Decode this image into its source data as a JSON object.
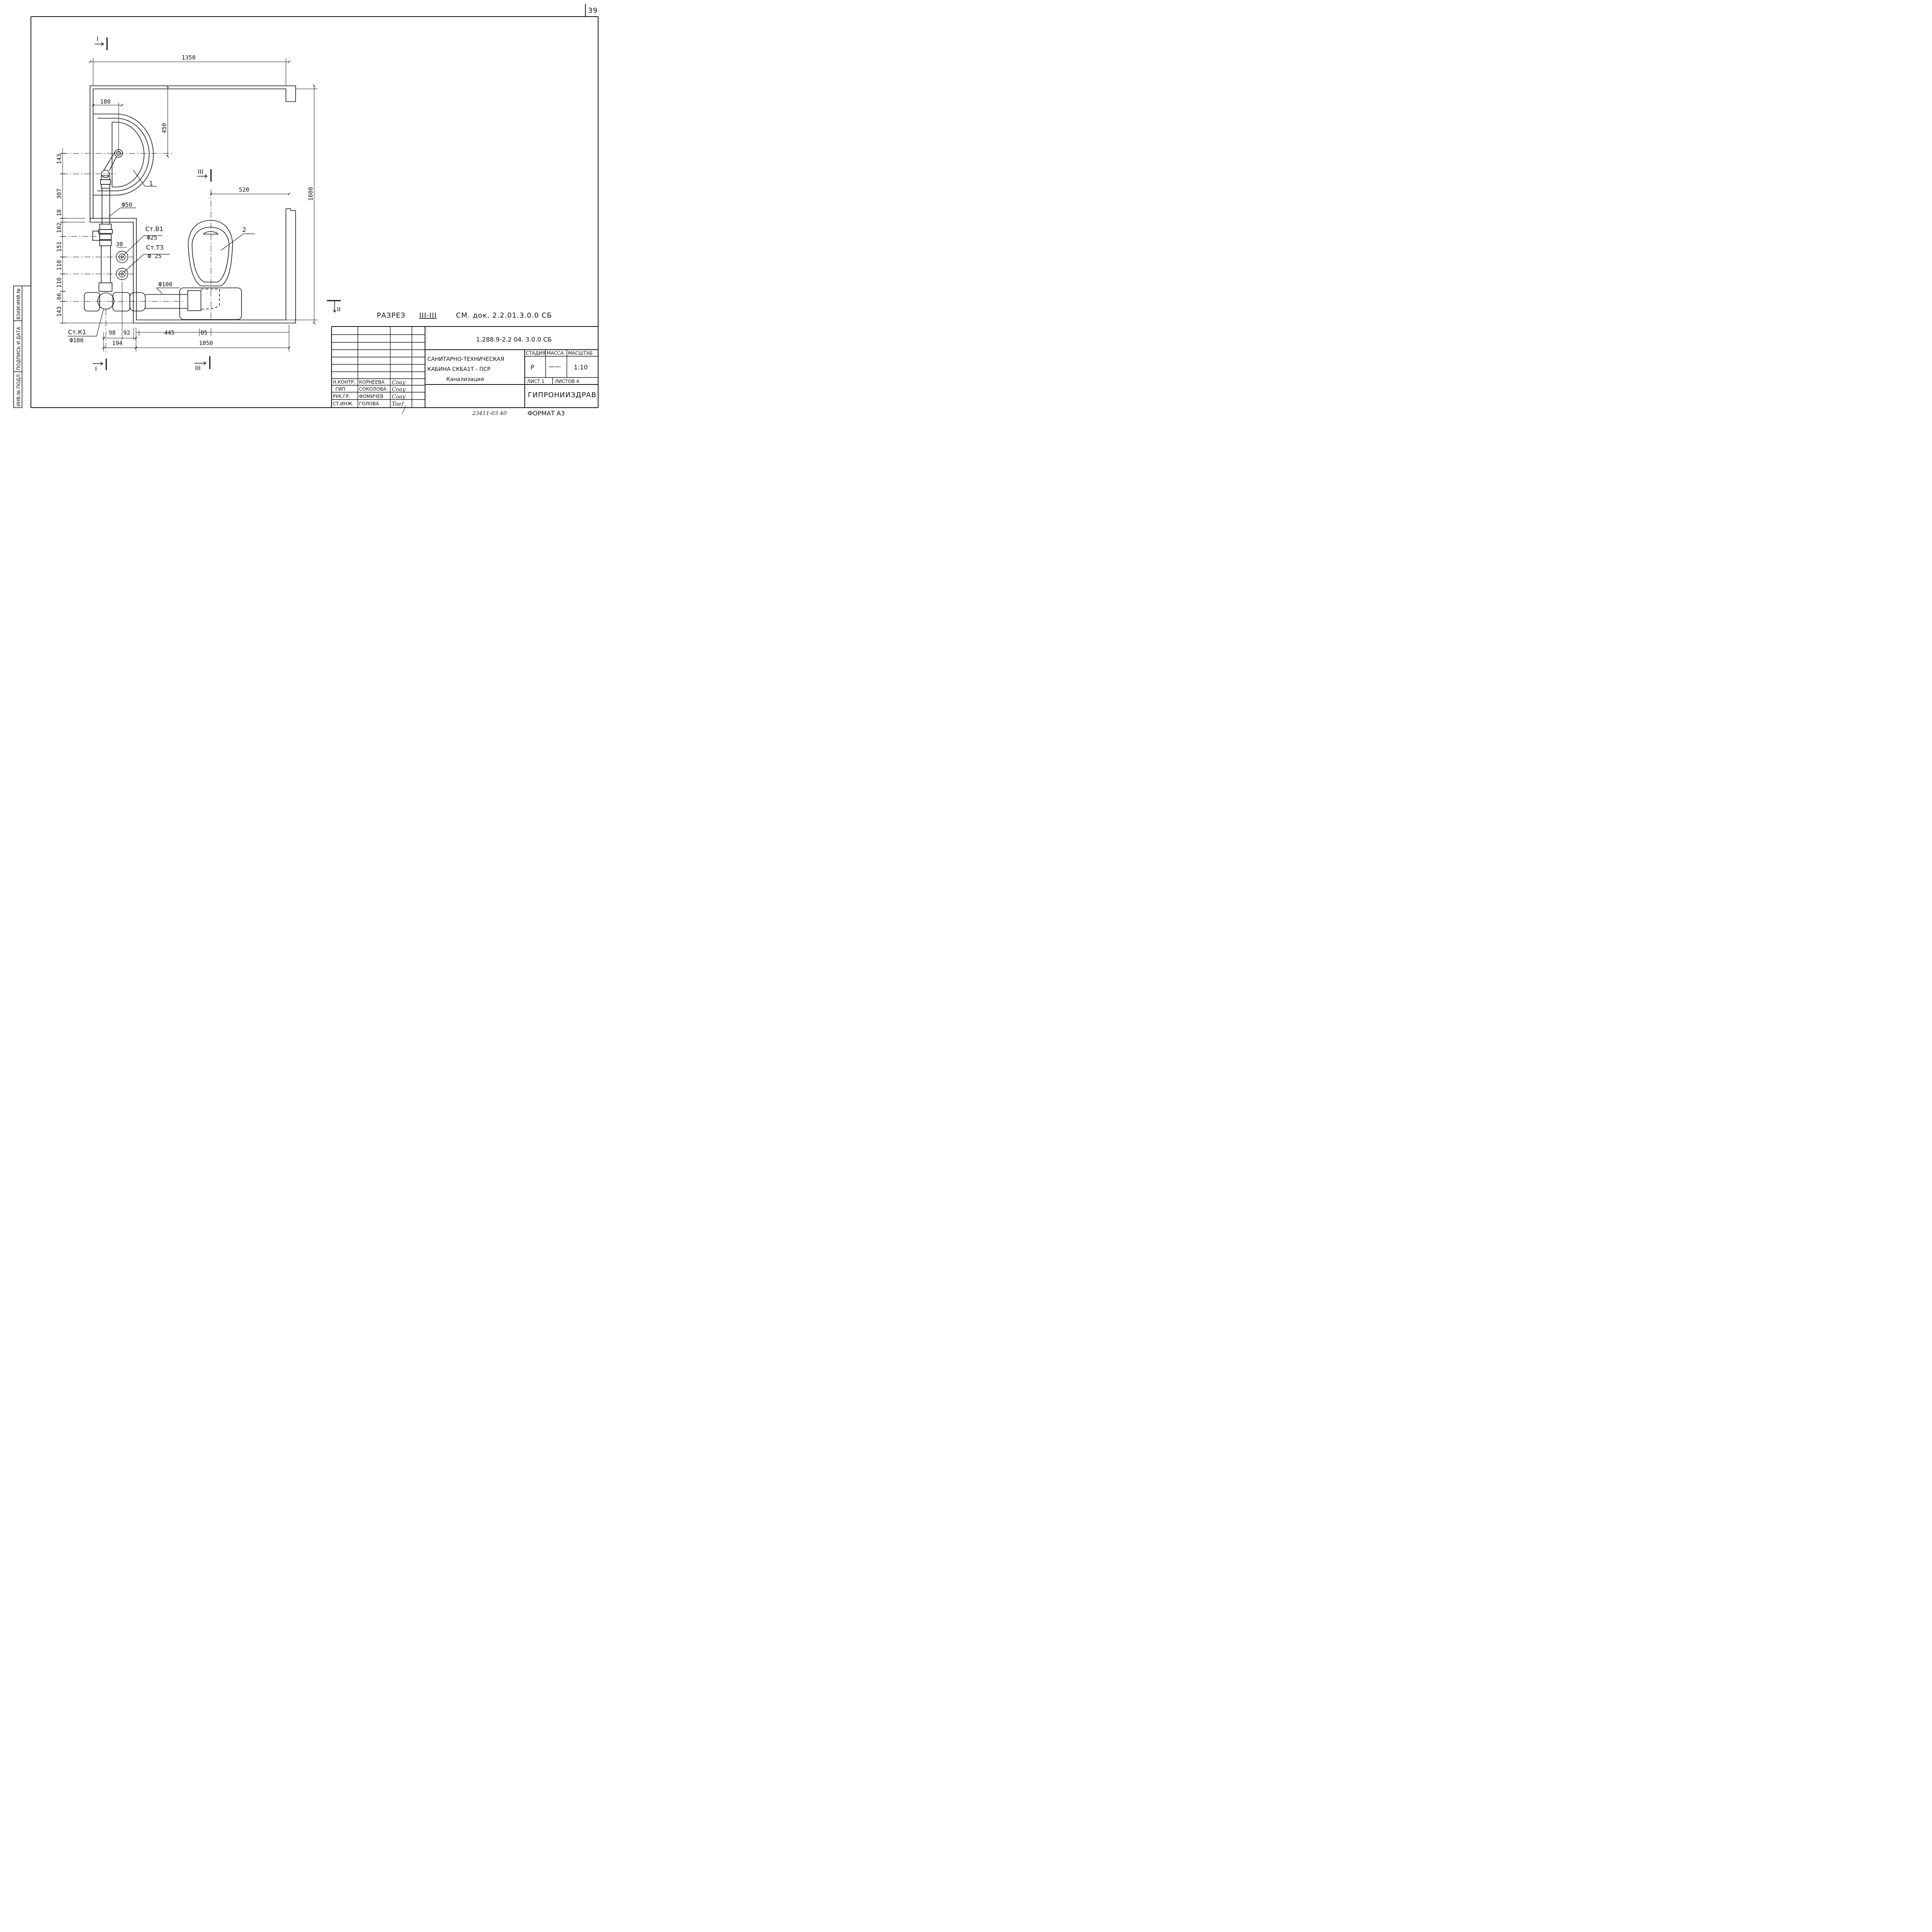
{
  "sheet": {
    "number": "39",
    "format_label": "ФОРМАТ  А3",
    "inventory": "23411-03  40"
  },
  "dims": {
    "width_top": "1350",
    "basin_180": "180",
    "basin_450": "450",
    "height_1600": "1600",
    "wc_520": "520",
    "left": [
      "143",
      "307",
      "18",
      "102",
      "151",
      "110",
      "110",
      "66",
      "143"
    ],
    "bottom_98": "98",
    "bottom_92": "92",
    "bottom_194": "194",
    "bottom_445": "445",
    "bottom_85": "85",
    "bottom_1050": "1050",
    "riser_30": "30"
  },
  "callouts": {
    "item1": "1",
    "item2": "2",
    "d50": "Ф50",
    "d100": "Ф100",
    "stv1": "Ст.В1",
    "stv1_d": "Ф25",
    "stt3": "Ст.Т3",
    "stt3_d": "Ф 25",
    "stk1": "Ст.К1",
    "stk1_d": "Ф100"
  },
  "sections": {
    "s1": "I",
    "s2": "II",
    "s3": "III"
  },
  "section_note": {
    "label": "РАЗРЕЗ",
    "mark": "III-III",
    "text": "СМ.  док. 2.2.01.3.0.0 СБ"
  },
  "stamp": {
    "left_labels": [
      "ИНВ.№ ПОДЛ.",
      "ПОДПИСЬ И ДАТА",
      "ВЗАМ.ИНВ.№"
    ],
    "doc_code": "1.288.9-2.2  04. 3.0.0 СБ",
    "title_lines": [
      "САНИТАРНО-ТЕХНИЧЕСКАЯ",
      "КАБИНА  СКБА1Т - ПСР",
      "Канализация"
    ],
    "headers": {
      "stage": "СТАДИЯ",
      "mass": "МАССА",
      "scale": "МАСШТАБ"
    },
    "values": {
      "stage": "Р",
      "mass": "——",
      "scale": "1:10"
    },
    "sheet": "ЛИСТ 1",
    "sheets": "ЛИСТОВ 4",
    "org": "ГИПРОНИИЗДРАВ",
    "people": [
      {
        "role": "Н.КОНТР.",
        "name": "КОРНЕЕВА",
        "sign": "Coay"
      },
      {
        "role": "ГИП",
        "name": "СОКОЛОВА",
        "sign": "Coay"
      },
      {
        "role": "РУК.ГР.",
        "name": "ФОМИЧЕВ",
        "sign": "Coay"
      },
      {
        "role": "СТ.ИНЖ.",
        "name": "ГОЛОВА",
        "sign": "Toef"
      }
    ]
  }
}
